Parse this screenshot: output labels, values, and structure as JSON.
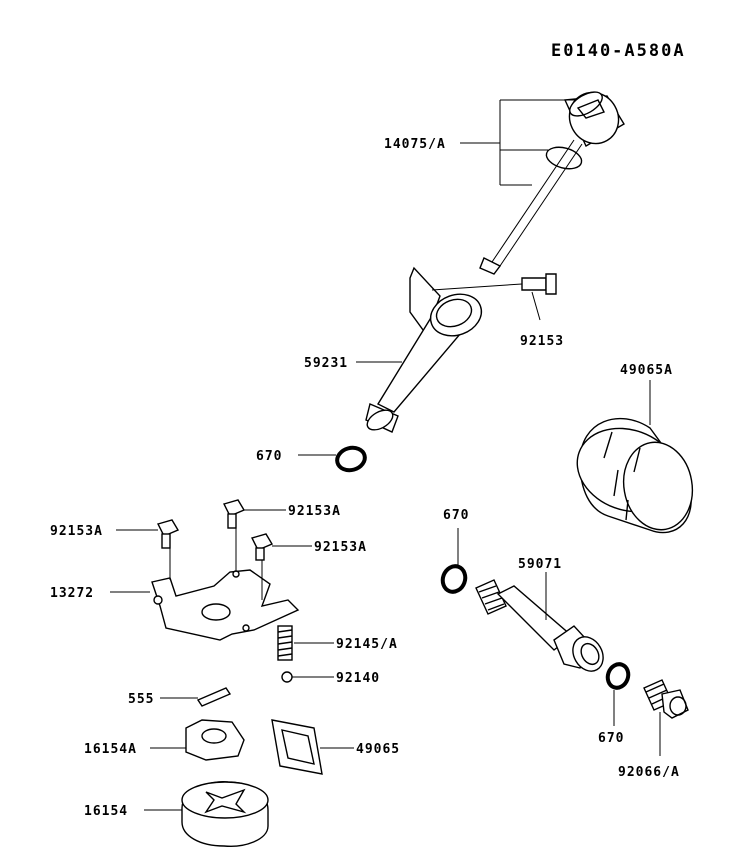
{
  "diagram_code": "E0140-A580A",
  "parts": {
    "p14075A": "14075/A",
    "p92153_top": "92153",
    "p59231": "59231",
    "p670_a": "670",
    "p49065A": "49065A",
    "p92153A_1": "92153A",
    "p92153A_2": "92153A",
    "p92153A_3": "92153A",
    "p13272": "13272",
    "p92145A": "92145/A",
    "p92140": "92140",
    "p555": "555",
    "p16154A": "16154A",
    "p49065": "49065",
    "p16154": "16154",
    "p670_b": "670",
    "p59071": "59071",
    "p670_c": "670",
    "p92066A": "92066/A"
  }
}
